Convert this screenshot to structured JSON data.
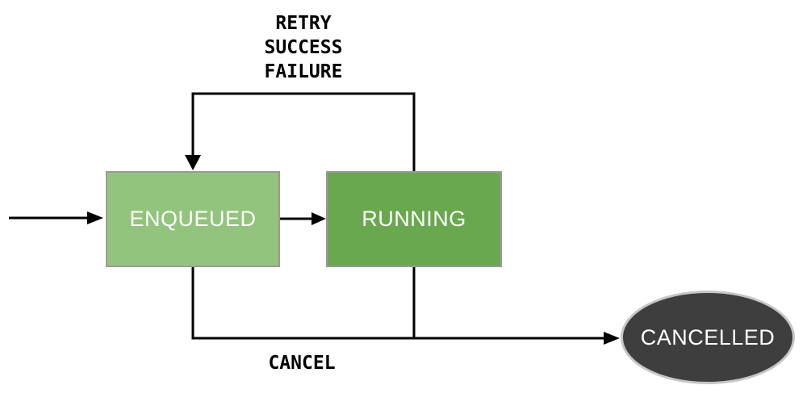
{
  "diagram": {
    "background_color": "#ffffff",
    "line_color": "#000000",
    "label_color": "#000000",
    "nodes": {
      "enqueued": {
        "label": "ENQUEUED",
        "shape": "rectangle",
        "fill": "#93c47d",
        "border": "#9a9a9a",
        "text_color": "#ffffff"
      },
      "running": {
        "label": "RUNNING",
        "shape": "rectangle",
        "fill": "#6aa84f",
        "border": "#9a9a9a",
        "text_color": "#ffffff"
      },
      "cancelled": {
        "label": "CANCELLED",
        "shape": "ellipse",
        "fill": "#3e3e3e",
        "border": "#c6c6c6",
        "text_color": "#ffffff"
      }
    },
    "edges": {
      "start_to_enqueued": {
        "from": "start",
        "to": "enqueued"
      },
      "enqueued_to_running": {
        "from": "enqueued",
        "to": "running"
      },
      "running_to_enqueued": {
        "from": "running",
        "to": "enqueued",
        "labels": [
          "RETRY",
          "SUCCESS",
          "FAILURE"
        ]
      },
      "to_cancelled": {
        "from": "enqueued, running",
        "to": "cancelled",
        "label": "CANCEL"
      }
    }
  }
}
